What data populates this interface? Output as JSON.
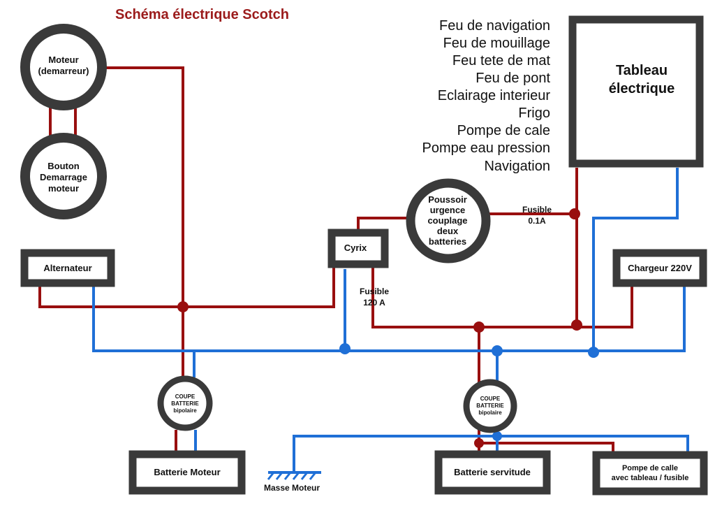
{
  "title": "Schéma électrique Scotch",
  "circuit_list": [
    "Feu de navigation",
    "Feu de mouillage",
    "Feu tete de mat",
    "Feu de pont",
    "Eclairage interieur",
    "Frigo",
    "Pompe de cale",
    "Pompe eau pression",
    "Navigation"
  ],
  "components": {
    "moteur": [
      "Moteur",
      "(demarreur)"
    ],
    "bouton": [
      "Bouton",
      "Demarrage",
      "moteur"
    ],
    "alternateur": "Alternateur",
    "cyrix": "Cyrix",
    "poussoir": [
      "Poussoir",
      "urgence",
      "couplage",
      "deux",
      "batteries"
    ],
    "tableau": [
      "Tableau",
      "électrique"
    ],
    "chargeur": "Chargeur 220V",
    "coupe1": [
      "COUPE",
      "BATTERIE",
      "bipolaire"
    ],
    "coupe2": [
      "COUPE",
      "BATTERIE",
      "bipolaire"
    ],
    "batterie_moteur": "Batterie Moteur",
    "batterie_servitude": "Batterie servitude",
    "pompe_calle": [
      "Pompe de calle",
      "avec tableau / fusible"
    ],
    "masse": "Masse Moteur"
  },
  "fuses": {
    "f01": [
      "Fusible",
      "0.1A"
    ],
    "f120": [
      "Fusible",
      "120 A"
    ]
  },
  "colors": {
    "positive_wire": "#990f0f",
    "negative_wire": "#1f6fd6",
    "title": "#9b1b1b",
    "frame": "#3a3a3a"
  }
}
